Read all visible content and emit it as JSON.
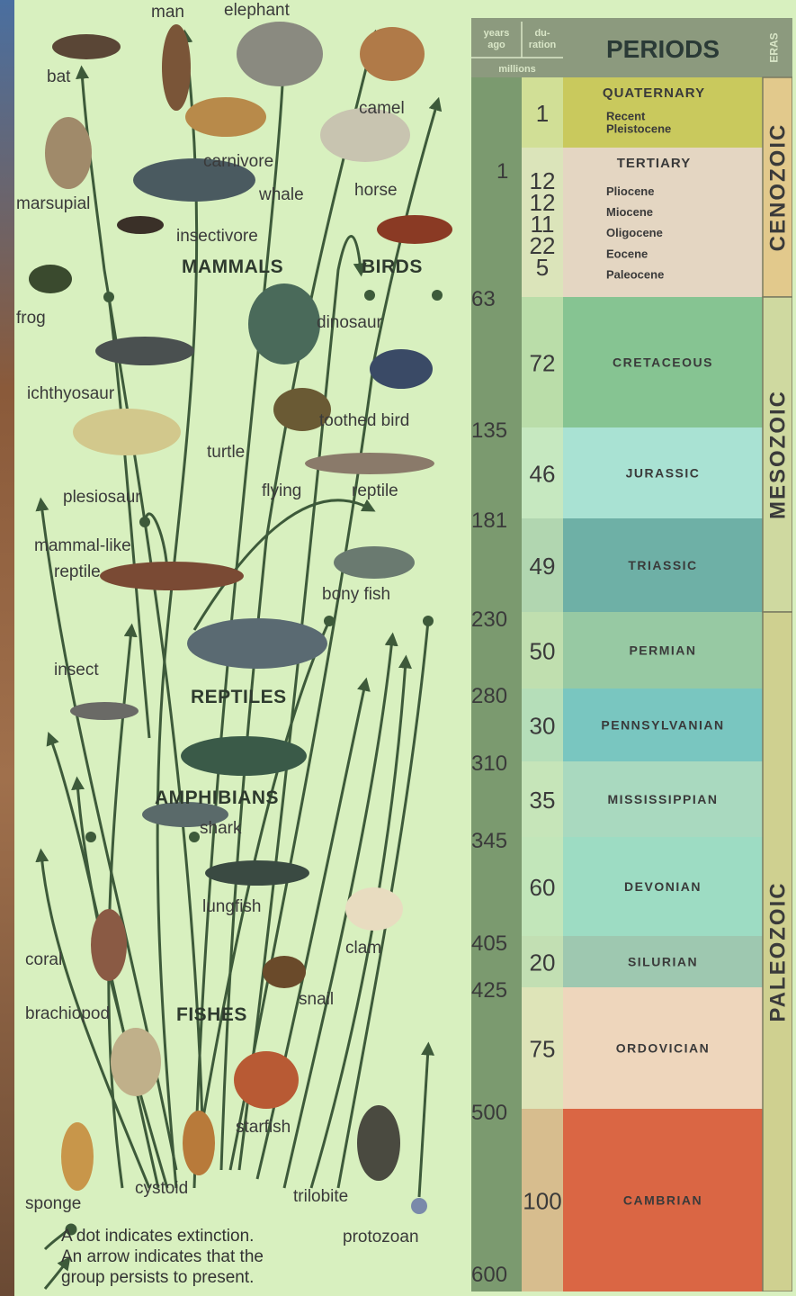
{
  "header": {
    "years_ago": "years ago",
    "duration": "du- ration",
    "millions": "millions",
    "periods": "PERIODS",
    "eras": "ERAS"
  },
  "groups": {
    "mammals": "MAMMALS",
    "birds": "BIRDS",
    "reptiles": "REPTILES",
    "amphibians": "AMPHIBIANS",
    "fishes": "FISHES"
  },
  "organisms": {
    "man": "man",
    "elephant": "elephant",
    "bat": "bat",
    "camel": "camel",
    "carnivore": "carnivore",
    "marsupial": "marsupial",
    "whale": "whale",
    "horse": "horse",
    "insectivore": "insectivore",
    "frog": "frog",
    "dinosaur": "dinosaur",
    "ichthyosaur": "ichthyosaur",
    "toothed_bird": "toothed bird",
    "turtle": "turtle",
    "plesiosaur": "plesiosaur",
    "flying": "flying",
    "reptile": "reptile",
    "mammal_like_1": "mammal-like",
    "mammal_like_2": "reptile",
    "bony_fish": "bony fish",
    "insect": "insect",
    "shark": "shark",
    "lungfish": "lungfish",
    "clam": "clam",
    "coral": "coral",
    "snail": "snail",
    "brachiopod": "brachiopod",
    "starfish": "starfish",
    "sponge": "sponge",
    "cystoid": "cystoid",
    "trilobite": "trilobite",
    "protozoan": "protozoan"
  },
  "legend": {
    "dot": "A dot indicates extinction.",
    "arrow_1": "An arrow indicates that the",
    "arrow_2": "group persists to present."
  },
  "years_ago": [
    "1",
    "63",
    "135",
    "181",
    "230",
    "280",
    "310",
    "345",
    "405",
    "425",
    "500",
    "600"
  ],
  "periods": [
    {
      "name": "QUATERNARY",
      "subs": [
        "Recent",
        "Pleistocene"
      ],
      "durations": [
        "1"
      ],
      "color": "#c9c95d"
    },
    {
      "name": "TERTIARY",
      "subs": [
        "Pliocene",
        "Miocene",
        "Oligocene",
        "Eocene",
        "Paleocene"
      ],
      "durations": [
        "12",
        "12",
        "11",
        "22",
        "5"
      ],
      "color": "#e4d6c2"
    },
    {
      "name": "CRETACEOUS",
      "durations": [
        "72"
      ],
      "color": "#86c492"
    },
    {
      "name": "JURASSIC",
      "durations": [
        "46"
      ],
      "color": "#a9e2d3"
    },
    {
      "name": "TRIASSIC",
      "durations": [
        "49"
      ],
      "color": "#6eb0a6"
    },
    {
      "name": "PERMIAN",
      "durations": [
        "50"
      ],
      "color": "#97c9a3"
    },
    {
      "name": "PENNSYLVANIAN",
      "durations": [
        "30"
      ],
      "color": "#79c6c0"
    },
    {
      "name": "MISSISSIPPIAN",
      "durations": [
        "35"
      ],
      "color": "#a9d9bf"
    },
    {
      "name": "DEVONIAN",
      "durations": [
        "60"
      ],
      "color": "#9ddcc3"
    },
    {
      "name": "SILURIAN",
      "durations": [
        "20"
      ],
      "color": "#9ec8b0"
    },
    {
      "name": "ORDOVICIAN",
      "durations": [
        "75"
      ],
      "color": "#eed6bc"
    },
    {
      "name": "CAMBRIAN",
      "durations": [
        "100"
      ],
      "color": "#da6644"
    }
  ],
  "eras": [
    {
      "name": "CENOZOIC"
    },
    {
      "name": "MESOZOIC"
    },
    {
      "name": "PALEOZOIC"
    }
  ],
  "colors": {
    "poster": "#d8f0bf",
    "timeline_column": "#7b9a6f",
    "header_band": "#8c9a7e",
    "line": "#3d5a3a",
    "duration_column": "#d6ecb6"
  }
}
